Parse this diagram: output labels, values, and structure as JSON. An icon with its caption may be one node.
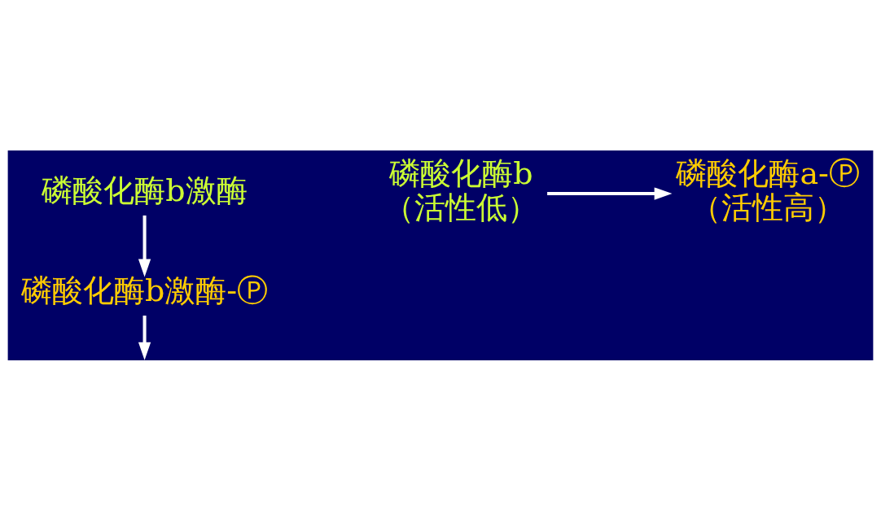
{
  "diagram": {
    "nodes": [
      {
        "text": [
          "磷酸化酶b激酶"
        ]
      },
      {
        "text": [
          "磷酸化酶b激酶-Ⓟ"
        ]
      },
      {
        "text": [
          "磷酸化酶b",
          "（活性低）"
        ]
      },
      {
        "text": [
          "磷酸化酶a-Ⓟ",
          "（活性高）"
        ]
      }
    ],
    "edges": [
      {
        "from": 0,
        "to": 1,
        "arrow": "to"
      },
      {
        "from": 1,
        "to": null,
        "arrow": "to"
      },
      {
        "from": 2,
        "to": 3,
        "arrow": "to"
      }
    ]
  }
}
